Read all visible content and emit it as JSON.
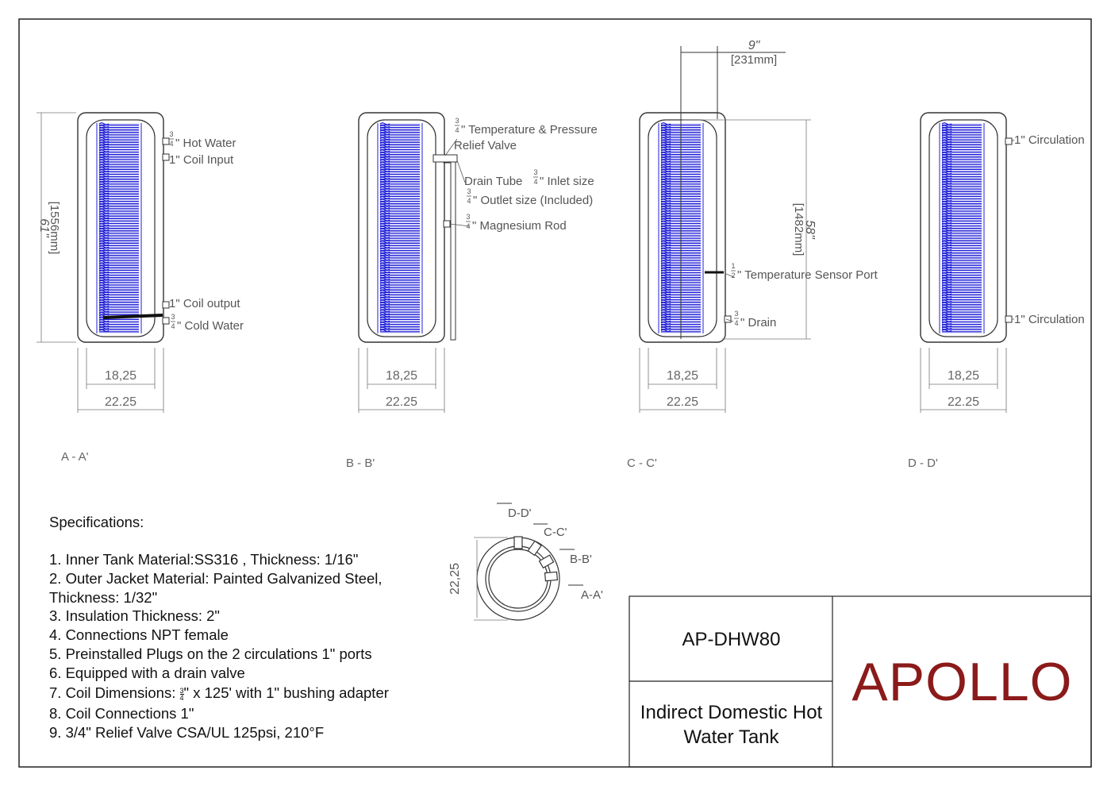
{
  "colors": {
    "coil": "#1f1fd8",
    "line": "#333333",
    "dim": "#777777",
    "brand": "#8b1a1a"
  },
  "views": [
    {
      "label": "A - A'",
      "dim_inner": "18,25",
      "dim_outer": "22.25"
    },
    {
      "label": "B - B'",
      "dim_inner": "18,25",
      "dim_outer": "22.25"
    },
    {
      "label": "C - C'",
      "dim_inner": "18,25",
      "dim_outer": "22.25"
    },
    {
      "label": "D - D'",
      "dim_inner": "18,25",
      "dim_outer": "22.25"
    }
  ],
  "height_dim": {
    "inches": "61\"",
    "mm": "[1556mm]"
  },
  "coil_dim": {
    "inches": "58\"",
    "mm": "[1482mm]"
  },
  "width_dim": {
    "inches": "9\"",
    "mm": "[231mm]"
  },
  "callouts_a": {
    "hot_water": "\" Hot Water",
    "coil_input": "1\" Coil Input",
    "coil_output": "1\" Coil output",
    "cold_water": "\" Cold Water"
  },
  "callouts_b": {
    "tp_valve_1": "\" Temperature & Pressure",
    "tp_valve_2": "Relief Valve",
    "drain_tube_1a": "Drain Tube",
    "drain_tube_1b": "\" Inlet size",
    "drain_tube_2": "\" Outlet size (Included)",
    "magnesium_rod": "\" Magnesium Rod"
  },
  "callouts_c": {
    "sensor_port": "\" Temperature Sensor Port",
    "drain": "\" Drain"
  },
  "callouts_d": {
    "circ_top": "1\" Circulation",
    "circ_bottom": "1\" Circulation"
  },
  "fractions": {
    "three_quarter": [
      "3",
      "4"
    ],
    "half": [
      "1",
      "2"
    ]
  },
  "top_view": {
    "dim": "22,25",
    "labels": {
      "dd": "D-D'",
      "cc": "C-C'",
      "bb": "B-B'",
      "aa": "A-A'"
    }
  },
  "specs": {
    "heading": "Specifications:",
    "items": [
      "1. Inner Tank Material:SS316 , Thickness: 1/16\"",
      "2. Outer Jacket Material: Painted Galvanized Steel,",
      "Thickness: 1/32\"",
      "3. Insulation Thickness: 2\"",
      "4. Connections NPT female",
      "5. Preinstalled Plugs on the 2 circulations 1\" ports",
      "6. Equipped with a drain valve",
      "8. Coil Connections 1\"",
      "9. 3/4\" Relief Valve CSA/UL 125psi, 210°F"
    ],
    "coil_dim_a": "7. Coil Dimensions:",
    "coil_dim_b": "\" x 125' with 1\" bushing adapter"
  },
  "title_block": {
    "model": "AP-DHW80",
    "description_1": "Indirect Domestic Hot",
    "description_2": "Water Tank",
    "brand": "APOLLO"
  }
}
